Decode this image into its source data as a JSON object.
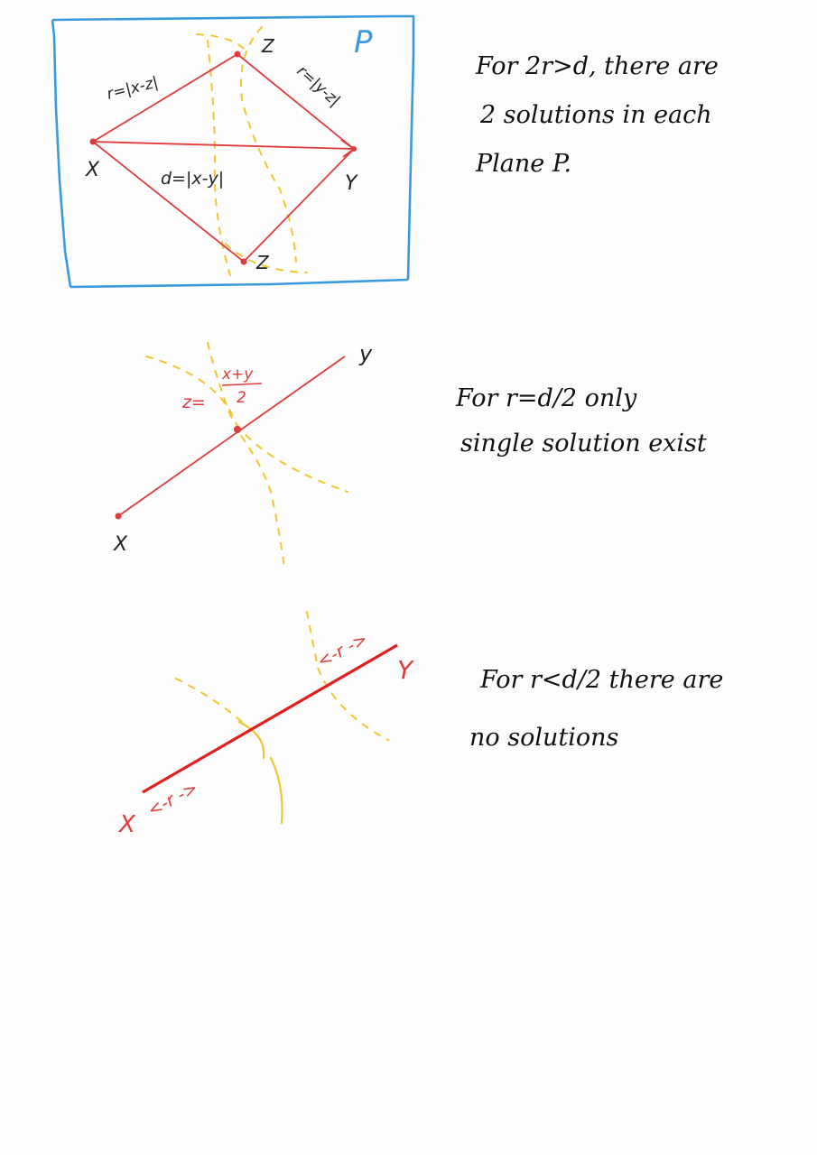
{
  "panel1": {
    "plane_label": "P",
    "point_x": "X",
    "point_y": "Y",
    "point_z_top": "Z",
    "point_z_bottom": "Z",
    "label_r_left": "r=|x-z|",
    "label_r_right": "r=|y-z|",
    "label_d": "d=|x-y|",
    "note_line1": "For 2r>d, there are",
    "note_line2": "2 solutions in each",
    "note_line3": "Plane P."
  },
  "panel2": {
    "point_x": "X",
    "point_y": "y",
    "z_label": "z=",
    "z_numerator": "x+y",
    "z_denominator": "2",
    "note_line1": "For r=d/2 only",
    "note_line2": "single solution exist"
  },
  "panel3": {
    "point_x": "X",
    "point_y": "Y",
    "arrow_left": "<-r ->",
    "arrow_right": "<-r ->",
    "note_line1": "For r<d/2 there are",
    "note_line2": "no solutions"
  },
  "colors": {
    "ink_red": "#e03b3b",
    "dash_yellow": "#f2c530",
    "plane_blue": "#3b9ade"
  }
}
